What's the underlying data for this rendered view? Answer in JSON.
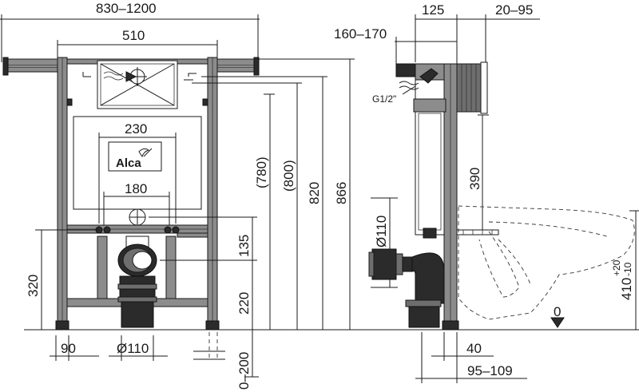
{
  "front_view": {
    "dim_overall_width": "830–1200",
    "dim_frame_width": "510",
    "dim_bolt_spacing_wide": "230",
    "dim_bolt_spacing_narrow": "180",
    "dim_height_320": "320",
    "dim_height_135": "135",
    "dim_height_220": "220",
    "dim_height_780": "(780)",
    "dim_height_800": "(800)",
    "dim_height_820": "820",
    "dim_height_866": "866",
    "dim_foot_90": "90",
    "dim_outlet_110": "Ø110",
    "dim_below_floor": "0–200",
    "logo_text": "Alca"
  },
  "side_view": {
    "dim_depth_125": "125",
    "dim_depth_20_95": "20–95",
    "dim_depth_160_170": "160–170",
    "label_connection": "G1/2\"",
    "dim_height_390": "390",
    "dim_pipe_110": "Ø110",
    "dim_bowl_height": "410",
    "dim_bowl_tol_plus": "+20",
    "dim_bowl_tol_minus": "-10",
    "label_floor_zero": "0",
    "dim_offset_40": "40",
    "dim_offset_95_109": "95–109"
  }
}
